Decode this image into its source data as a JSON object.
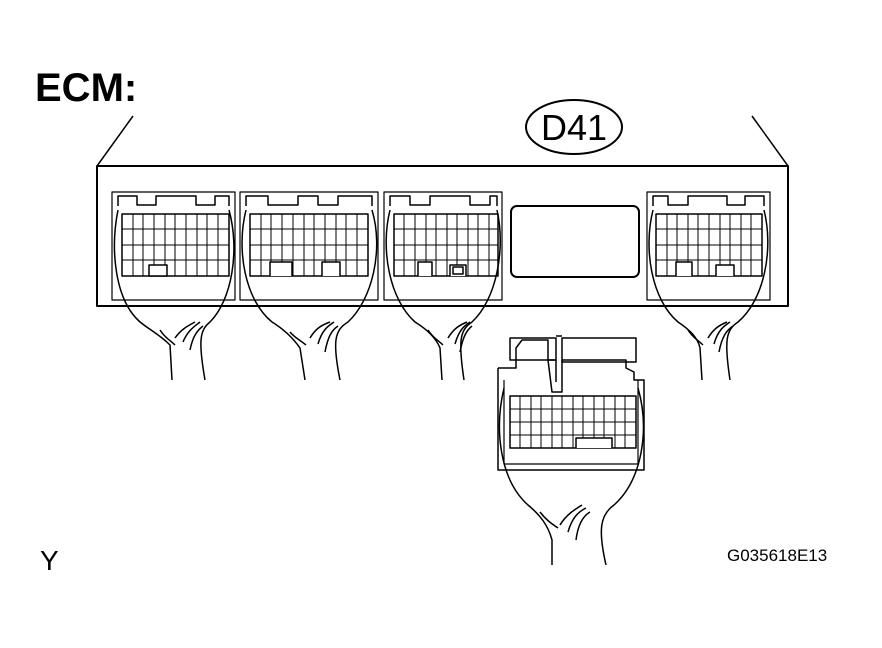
{
  "title": "ECM:",
  "connector_label": "D41",
  "color_code": "Y",
  "figure_code": "G035618E13"
}
